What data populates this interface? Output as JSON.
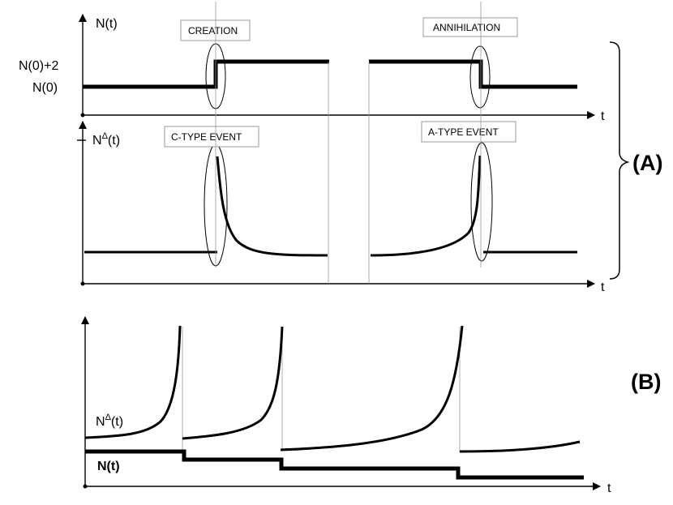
{
  "panel_a": {
    "top_y_label": "N(t)",
    "bottom_y_label": "N",
    "bottom_y_label_sup": "Δ",
    "bottom_y_label_suffix": "(t)",
    "level_high": "N(0)+2",
    "level_low": "N(0)",
    "x_label_top": "t",
    "x_label_bottom": "t",
    "creation_box": "CREATION",
    "annihilation_box": "ANNIHILATION",
    "c_event_box": "C-TYPE EVENT",
    "a_event_box": "A-TYPE EVENT",
    "panel_label": "(A)"
  },
  "panel_b": {
    "curve_label": "N",
    "curve_label_sup": "Δ",
    "curve_label_suffix": "(t)",
    "step_label": "N(t)",
    "x_label": "t",
    "panel_label": "(B)"
  }
}
